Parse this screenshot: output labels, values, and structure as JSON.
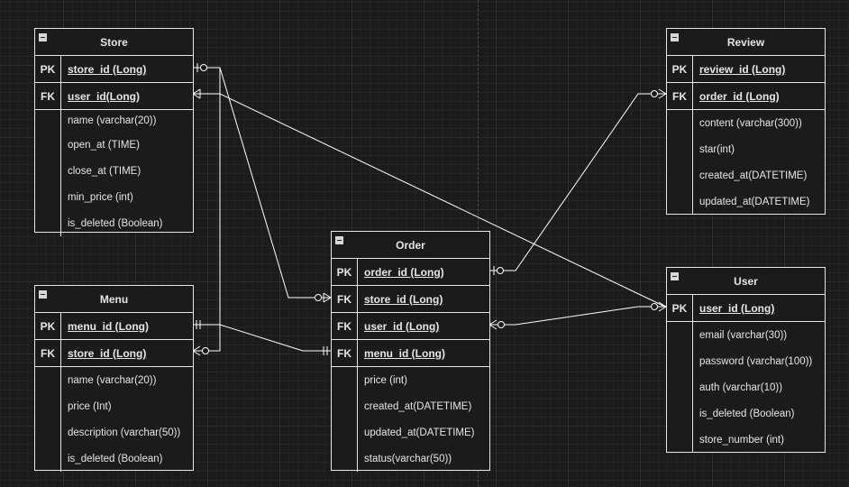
{
  "entities": {
    "store": {
      "title": "Store",
      "keys": [
        {
          "type": "PK",
          "name": "store_id (Long)"
        },
        {
          "type": "FK",
          "name": "user_id(Long)"
        }
      ],
      "fields": [
        "name (varchar(20))",
        "open_at (TIME)",
        "close_at (TIME)",
        "min_price (int)",
        "is_deleted (Boolean)"
      ]
    },
    "menu": {
      "title": "Menu",
      "keys": [
        {
          "type": "PK",
          "name": "menu_id (Long)"
        },
        {
          "type": "FK",
          "name": "store_id (Long)"
        }
      ],
      "fields": [
        "name (varchar(20))",
        "price (Int)",
        "description (varchar(50))",
        "is_deleted (Boolean)"
      ]
    },
    "order": {
      "title": "Order",
      "keys": [
        {
          "type": "PK",
          "name": "order_id (Long)"
        },
        {
          "type": "FK",
          "name": "store_id (Long)"
        },
        {
          "type": "FK",
          "name": "user_id (Long)"
        },
        {
          "type": "FK",
          "name": "menu_id (Long)"
        }
      ],
      "fields": [
        "price (int)",
        "created_at(DATETIME)",
        "updated_at(DATETIME)",
        "status(varchar(50))"
      ]
    },
    "review": {
      "title": "Review",
      "keys": [
        {
          "type": "PK",
          "name": "review_id (Long)"
        },
        {
          "type": "FK",
          "name": "order_id (Long)"
        }
      ],
      "fields": [
        "content (varchar(300))",
        "star(int)",
        "created_at(DATETIME)",
        "updated_at(DATETIME)"
      ]
    },
    "user": {
      "title": "User",
      "keys": [
        {
          "type": "PK",
          "name": "user_id (Long)"
        }
      ],
      "fields": [
        "email (varchar(30))",
        "password (varchar(100))",
        "auth (varchar(10))",
        "is_deleted (Boolean)",
        "store_number (int)"
      ]
    }
  },
  "relationships": [
    {
      "from": "Store.store_id",
      "to": "Order.store_id",
      "from_end": "one-or-zero",
      "to_end": "zero-or-many"
    },
    {
      "from": "Store.store_id",
      "to": "Menu.store_id",
      "from_end": "one-or-zero",
      "to_end": "zero-or-many"
    },
    {
      "from": "User.user_id",
      "to": "Store.user_id",
      "from_end": "zero-or-many",
      "to_end": "one-or-many"
    },
    {
      "from": "Menu.menu_id",
      "to": "Order.menu_id",
      "from_end": "exactly-one",
      "to_end": "exactly-one"
    },
    {
      "from": "Order.order_id",
      "to": "Review.order_id",
      "from_end": "one-or-zero",
      "to_end": "zero-or-many"
    },
    {
      "from": "User.user_id",
      "to": "Order.user_id",
      "from_end": "zero-or-many",
      "to_end": "zero-or-many"
    }
  ]
}
